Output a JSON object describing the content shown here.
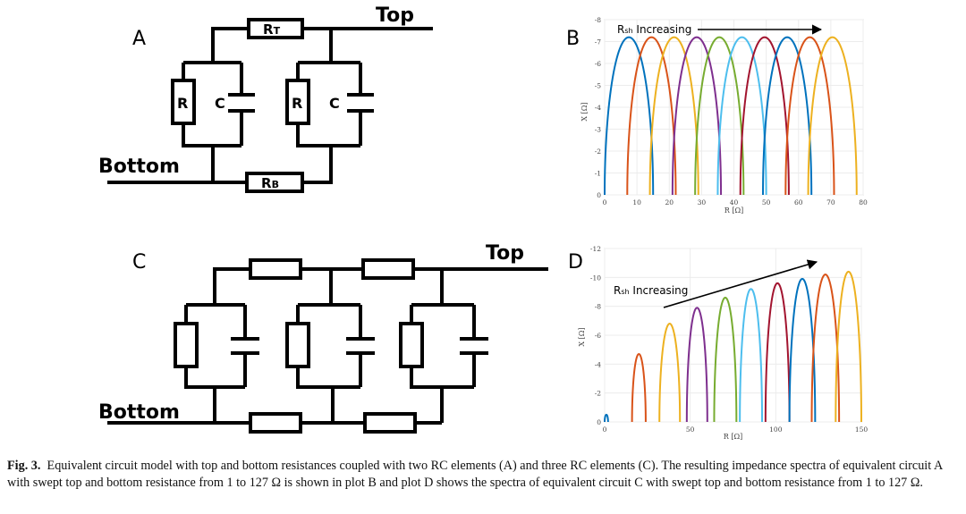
{
  "panels": {
    "A": {
      "letter": "A",
      "top_label": "Top",
      "bottom_label": "Bottom",
      "rt_main": "R",
      "rt_sub": "T",
      "rb_main": "R",
      "rb_sub": "B",
      "r_label": "R",
      "c_label": "C"
    },
    "C": {
      "letter": "C",
      "top_label": "Top",
      "bottom_label": "Bottom"
    },
    "B": {
      "letter": "B",
      "annotation_main": "R",
      "annotation_sub": "sh",
      "annotation_rest": " Increasing"
    },
    "D": {
      "letter": "D",
      "annotation_main": "R",
      "annotation_sub": "sh",
      "annotation_rest": " Increasing"
    }
  },
  "caption": {
    "label": "Fig. 3.",
    "text": "Equivalent circuit model with top and bottom resistances coupled with two RC elements (A) and three RC elements (C). The resulting impedance spectra of equivalent circuit A with swept top and bottom resistance from 1 to 127 Ω is shown in plot B and plot D shows the spectra of equivalent circuit C with swept top and bottom resistance from 1 to 127 Ω."
  },
  "chart_data": [
    {
      "panel": "B",
      "type": "line",
      "xlabel": "R [Ω]",
      "ylabel": "X [Ω]",
      "xlim": [
        0,
        80
      ],
      "ylim": [
        0,
        -8
      ],
      "xticks": [
        "0",
        "10",
        "20",
        "30",
        "40",
        "50",
        "60",
        "70",
        "80"
      ],
      "yticks": [
        "0",
        "-1",
        "-2",
        "-3",
        "-4",
        "-5",
        "-6",
        "-7",
        "-8"
      ],
      "annotation": "Rsh Increasing",
      "arcs": [
        {
          "r_start": 0,
          "r_end": 15,
          "x_peak": -7.2,
          "color": "#0072bd"
        },
        {
          "r_start": 7,
          "r_end": 22,
          "x_peak": -7.2,
          "color": "#d95319"
        },
        {
          "r_start": 14,
          "r_end": 29,
          "x_peak": -7.2,
          "color": "#edb120"
        },
        {
          "r_start": 21,
          "r_end": 36,
          "x_peak": -7.2,
          "color": "#7e2f8e"
        },
        {
          "r_start": 28,
          "r_end": 43,
          "x_peak": -7.2,
          "color": "#77ac30"
        },
        {
          "r_start": 35,
          "r_end": 50,
          "x_peak": -7.2,
          "color": "#4dbeee"
        },
        {
          "r_start": 42,
          "r_end": 57,
          "x_peak": -7.2,
          "color": "#a2142f"
        },
        {
          "r_start": 49,
          "r_end": 64,
          "x_peak": -7.2,
          "color": "#0072bd"
        },
        {
          "r_start": 56,
          "r_end": 71,
          "x_peak": -7.2,
          "color": "#d95319"
        },
        {
          "r_start": 63,
          "r_end": 78,
          "x_peak": -7.2,
          "color": "#edb120"
        }
      ]
    },
    {
      "panel": "D",
      "type": "line",
      "xlabel": "R [Ω]",
      "ylabel": "X [Ω]",
      "xlim": [
        0,
        150
      ],
      "ylim": [
        0,
        -12
      ],
      "xticks": [
        "0",
        "50",
        "100",
        "150"
      ],
      "yticks": [
        "0",
        "-2",
        "-4",
        "-6",
        "-8",
        "-10",
        "-12"
      ],
      "annotation": "Rsh Increasing",
      "arcs": [
        {
          "r_start": 0,
          "r_end": 2,
          "x_peak": -0.5,
          "color": "#0072bd"
        },
        {
          "r_start": 16,
          "r_end": 24,
          "x_peak": -4.7,
          "color": "#d95319"
        },
        {
          "r_start": 32,
          "r_end": 44,
          "x_peak": -6.8,
          "color": "#edb120"
        },
        {
          "r_start": 48,
          "r_end": 60,
          "x_peak": -7.9,
          "color": "#7e2f8e"
        },
        {
          "r_start": 64,
          "r_end": 77,
          "x_peak": -8.6,
          "color": "#77ac30"
        },
        {
          "r_start": 79,
          "r_end": 92,
          "x_peak": -9.2,
          "color": "#4dbeee"
        },
        {
          "r_start": 94,
          "r_end": 108,
          "x_peak": -9.6,
          "color": "#a2142f"
        },
        {
          "r_start": 108,
          "r_end": 123,
          "x_peak": -9.9,
          "color": "#0072bd"
        },
        {
          "r_start": 121,
          "r_end": 137,
          "x_peak": -10.2,
          "color": "#d95319"
        },
        {
          "r_start": 135,
          "r_end": 150,
          "x_peak": -10.4,
          "color": "#edb120"
        }
      ]
    }
  ]
}
